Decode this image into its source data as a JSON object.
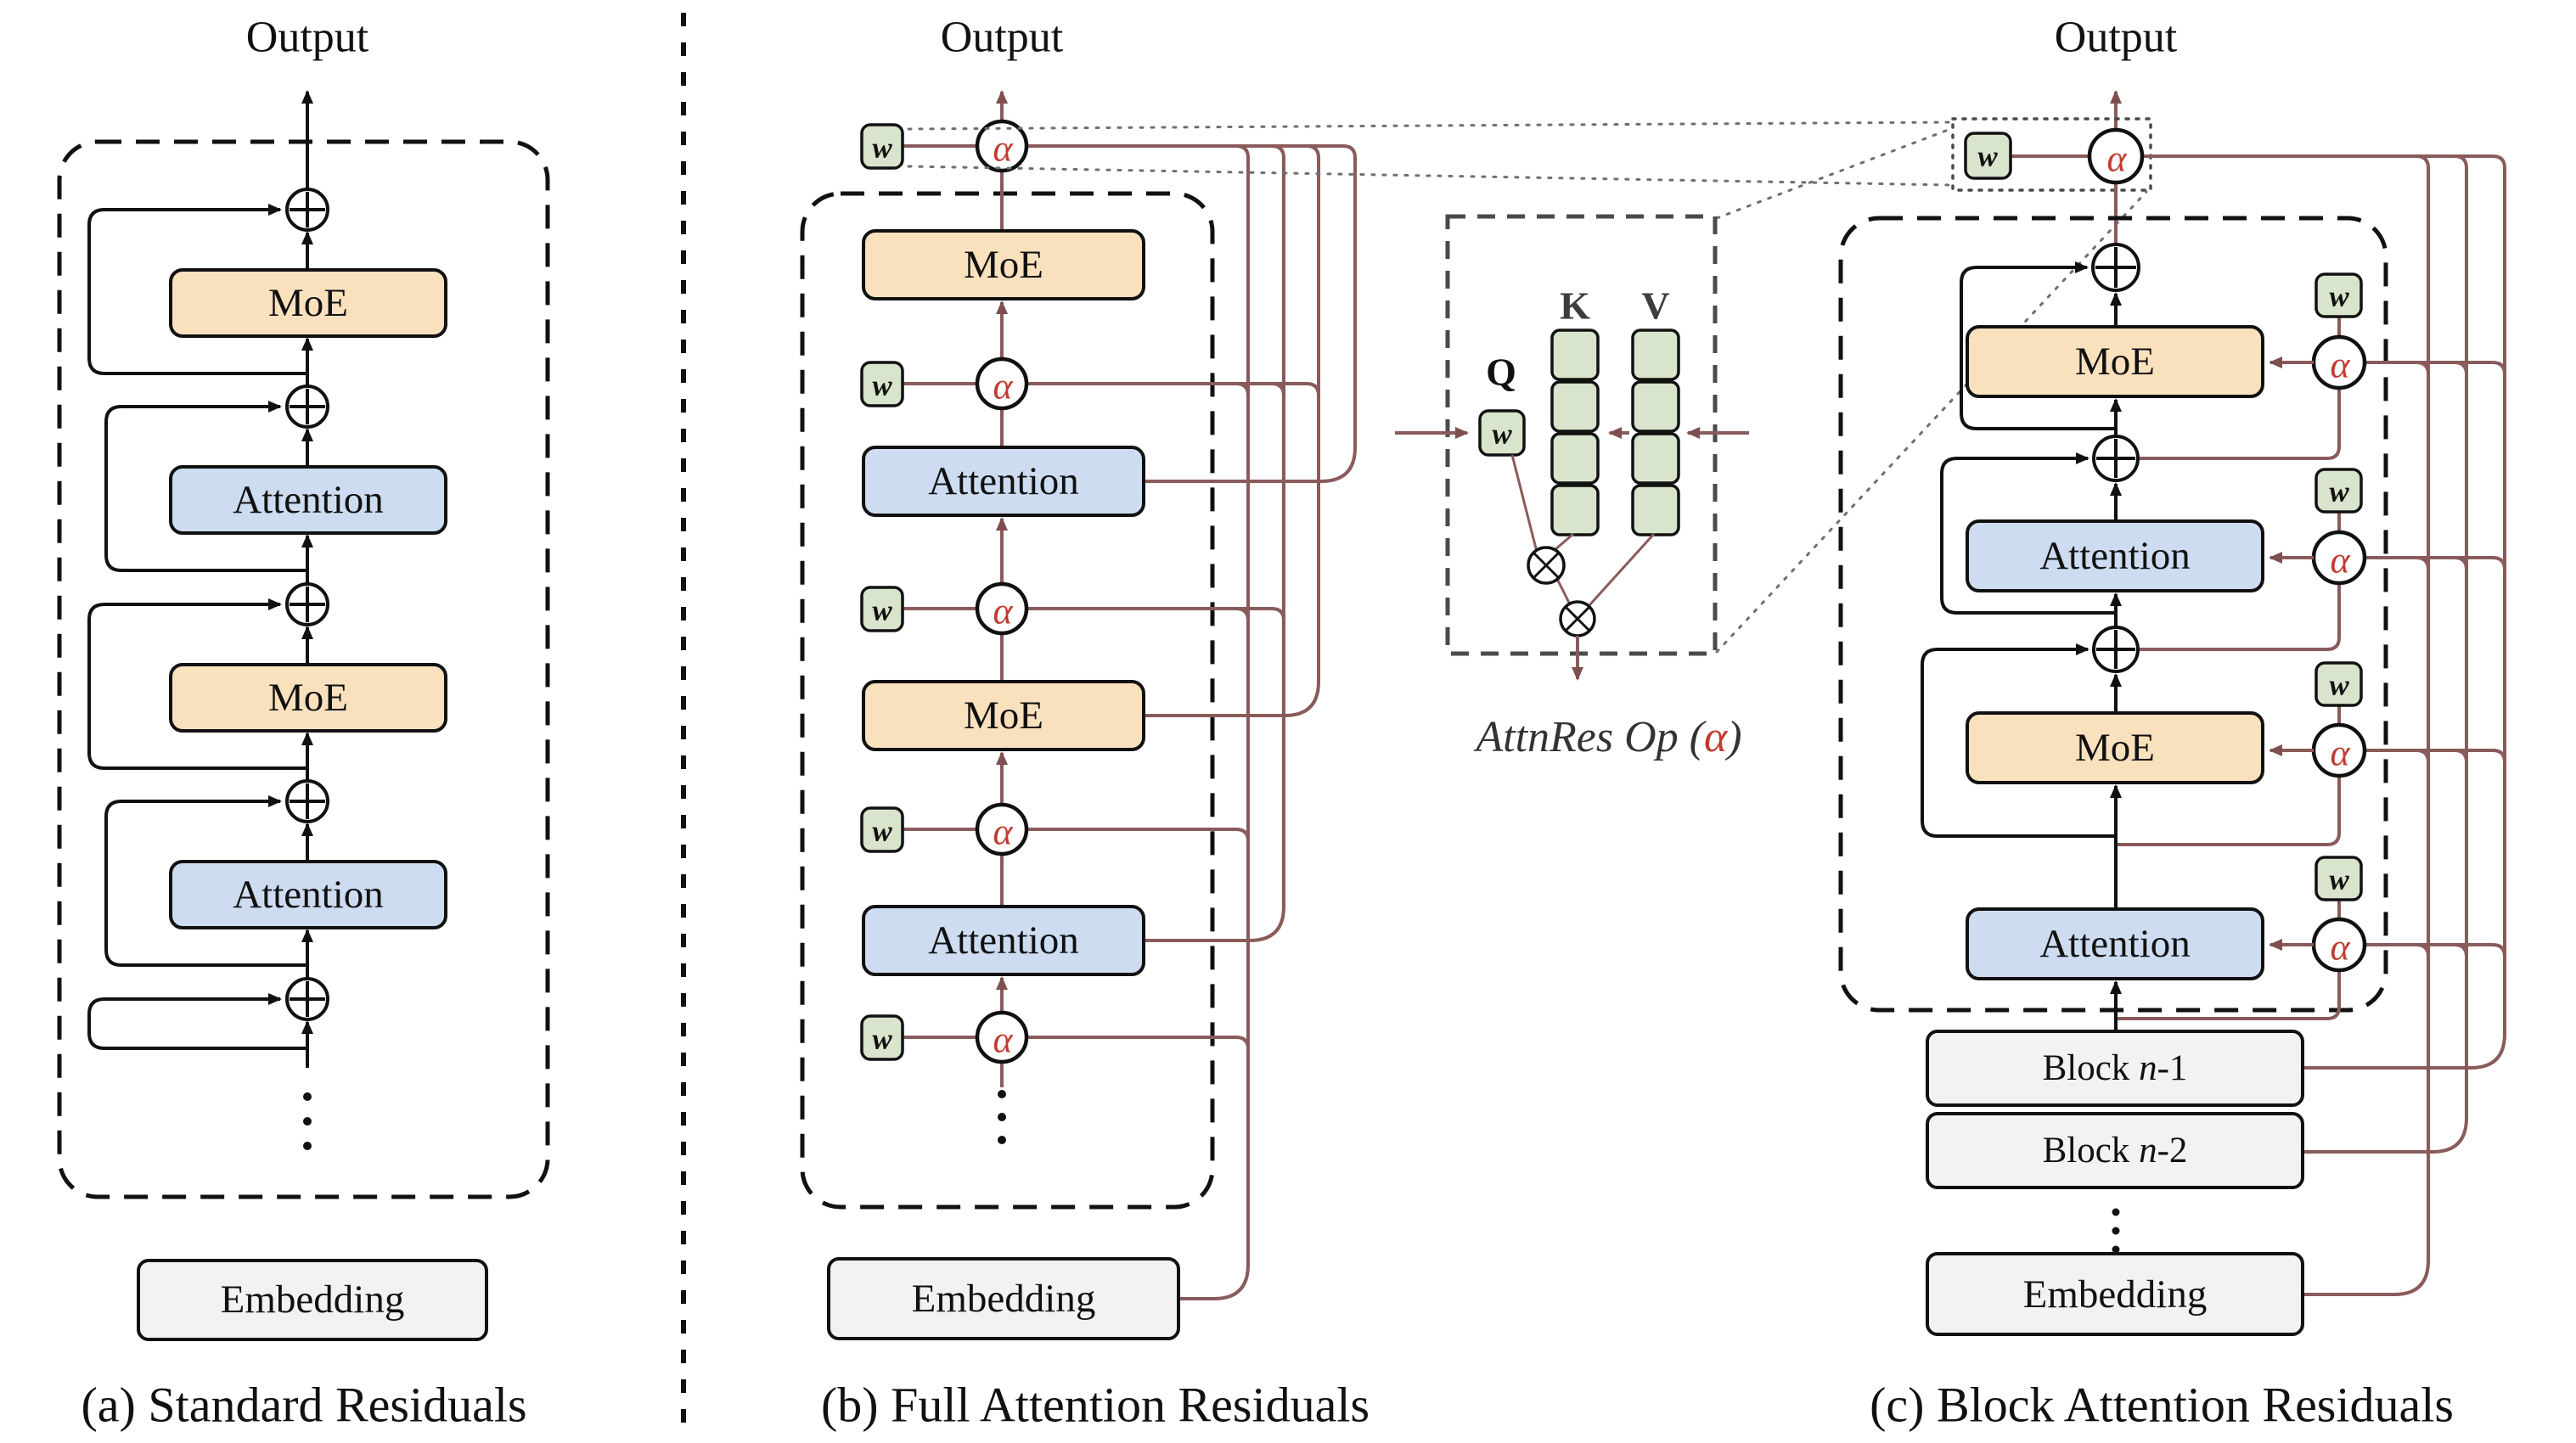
{
  "colors": {
    "maroon": "#8A5B5B",
    "alpha_red": "#C13B30",
    "w_green": "#D8E4CB",
    "moe_orange": "#FAE1BE",
    "attention_blue": "#CDDCF1",
    "box_gray": "#F2F2F2",
    "line_black": "#111111"
  },
  "panel_a": {
    "output_label": "Output",
    "blocks": [
      "MoE",
      "Attention",
      "MoE",
      "Attention"
    ],
    "embedding_label": "Embedding",
    "caption": "(a) Standard Residuals"
  },
  "panel_b": {
    "output_label": "Output",
    "w_label": "w",
    "alpha_label": "α",
    "blocks": [
      "MoE",
      "Attention",
      "MoE",
      "Attention"
    ],
    "embedding_label": "Embedding",
    "caption": "(b) Full Attention Residuals"
  },
  "inset": {
    "q_label": "Q",
    "k_label": "K",
    "v_label": "V",
    "w_label": "w",
    "op_caption_prefix": "AttnRes Op (",
    "op_caption_alpha": "α",
    "op_caption_suffix": ")"
  },
  "panel_c": {
    "output_label": "Output",
    "w_label": "w",
    "alpha_label": "α",
    "blocks": [
      "MoE",
      "Attention",
      "MoE",
      "Attention"
    ],
    "lower_blocks": [
      {
        "prefix": "Block ",
        "variable": "n",
        "suffix": "-1"
      },
      {
        "prefix": "Block ",
        "variable": "n",
        "suffix": "-2"
      }
    ],
    "embedding_label": "Embedding",
    "caption": "(c) Block Attention Residuals"
  }
}
